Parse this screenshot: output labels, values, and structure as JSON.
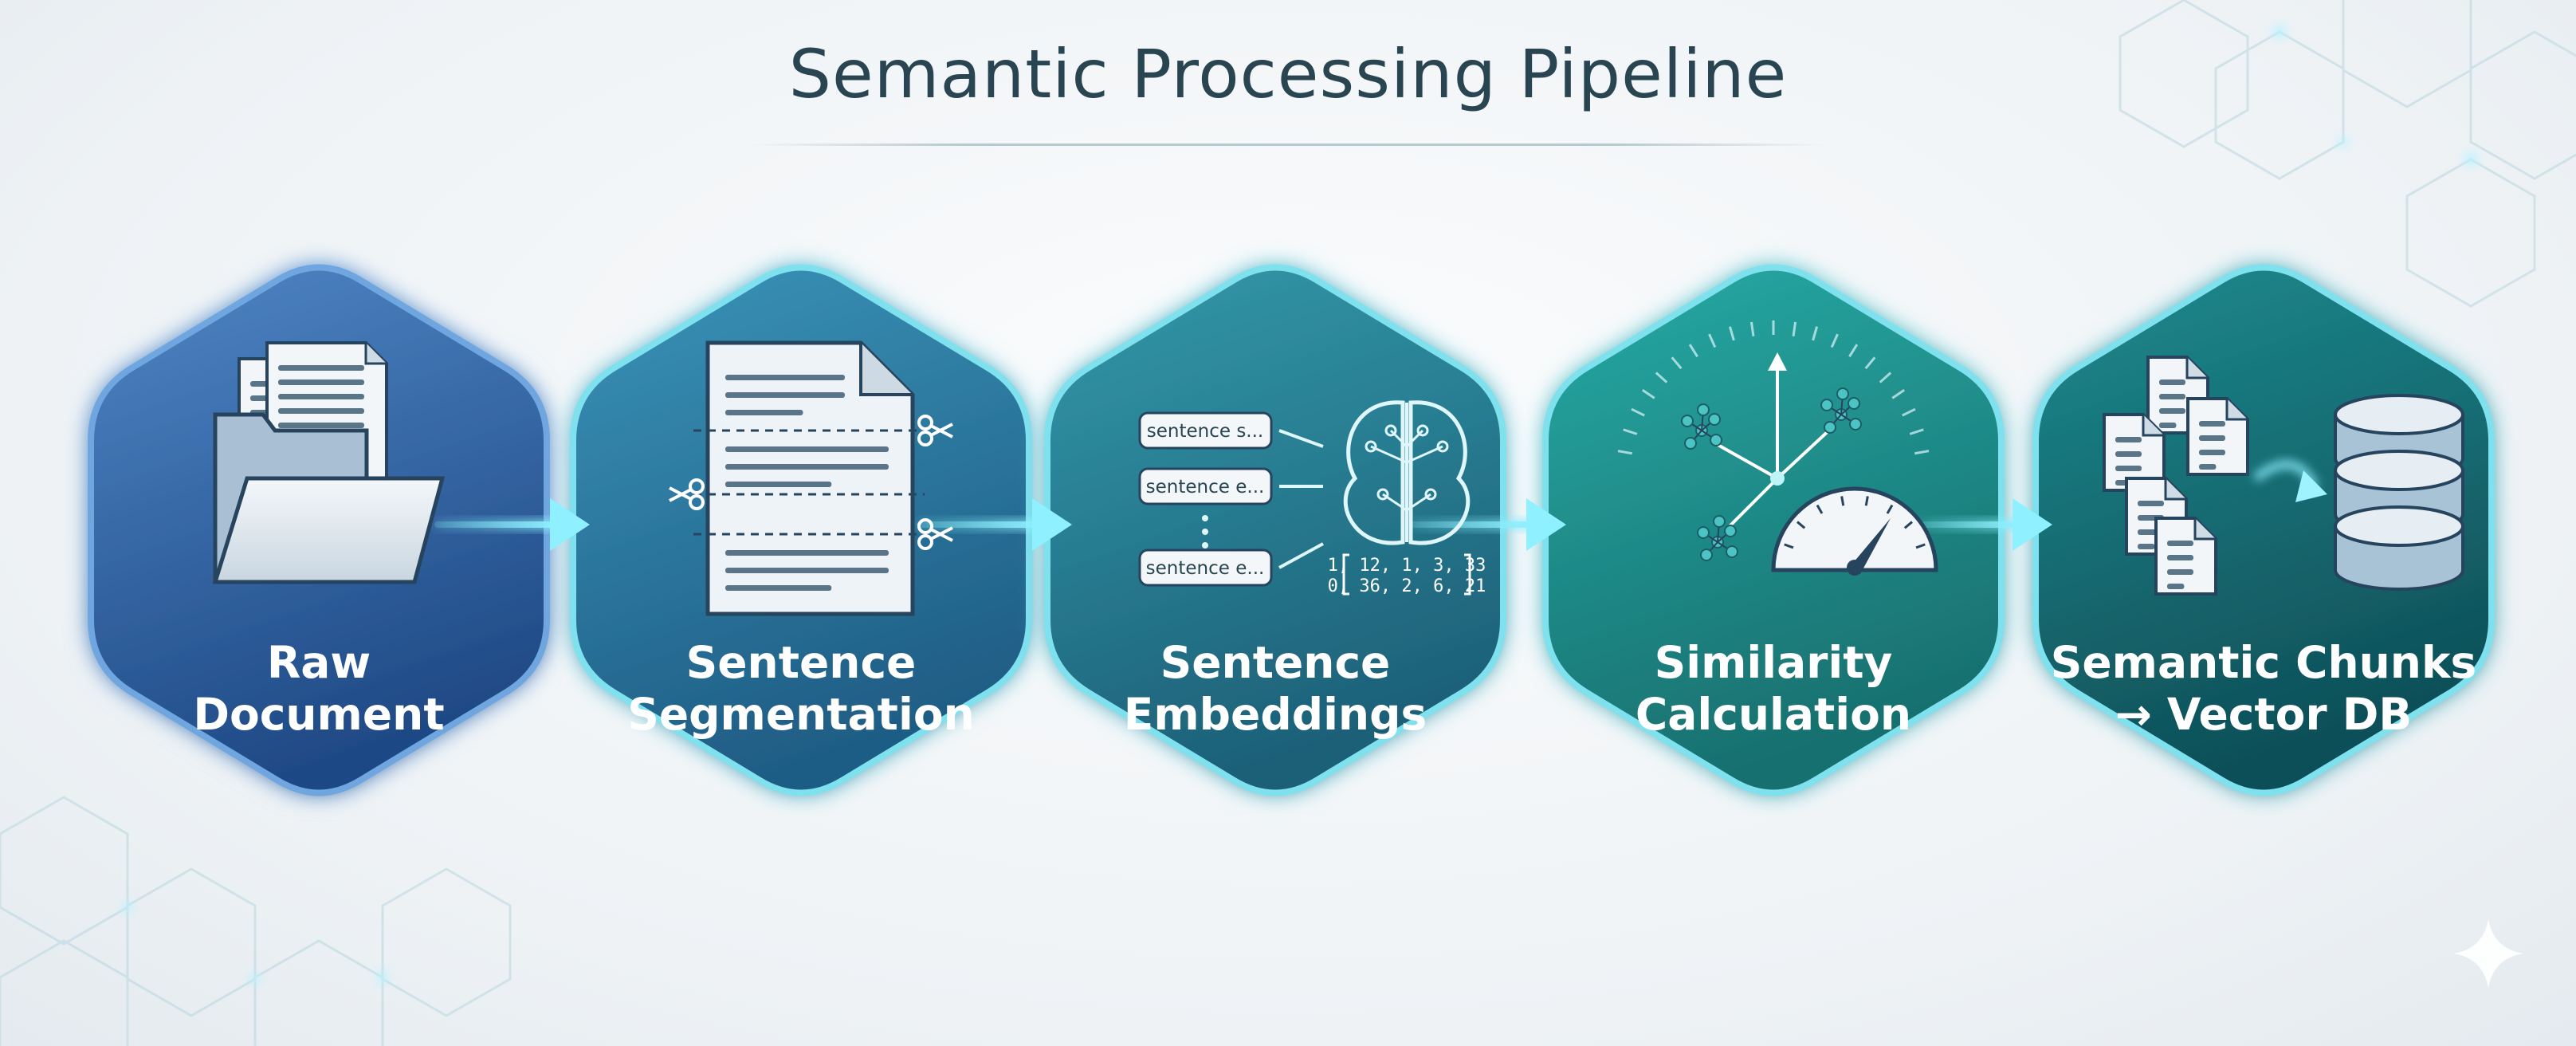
{
  "title": "Semantic Processing Pipeline",
  "steps": [
    {
      "line1": "Raw",
      "line2": "Document",
      "color_top": "#4f86c6",
      "color_bottom": "#1f4a85"
    },
    {
      "line1": "Sentence",
      "line2": "Segmentation",
      "color_top": "#3a93b8",
      "color_bottom": "#1f5d85"
    },
    {
      "line1": "Sentence",
      "line2": "Embeddings",
      "color_top": "#3399aa",
      "color_bottom": "#1d6078"
    },
    {
      "line1": "Similarity",
      "line2": "Calculation",
      "color_top": "#27aaa5",
      "color_bottom": "#18706f"
    },
    {
      "line1": "Semantic Chunks",
      "line2": "→ Vector DB",
      "color_top": "#1d8b8f",
      "color_bottom": "#0f4f58"
    }
  ],
  "embedding_tags": [
    "sentence s...",
    "sentence e...",
    "sentence e..."
  ],
  "embedding_matrix": [
    "1, 12, 1, 3, 33",
    "0, 36, 2, 6, 21"
  ],
  "colors": {
    "arrow": "#7fe4f0",
    "glow": "#9ff3ff",
    "accent": "#2a4552"
  }
}
